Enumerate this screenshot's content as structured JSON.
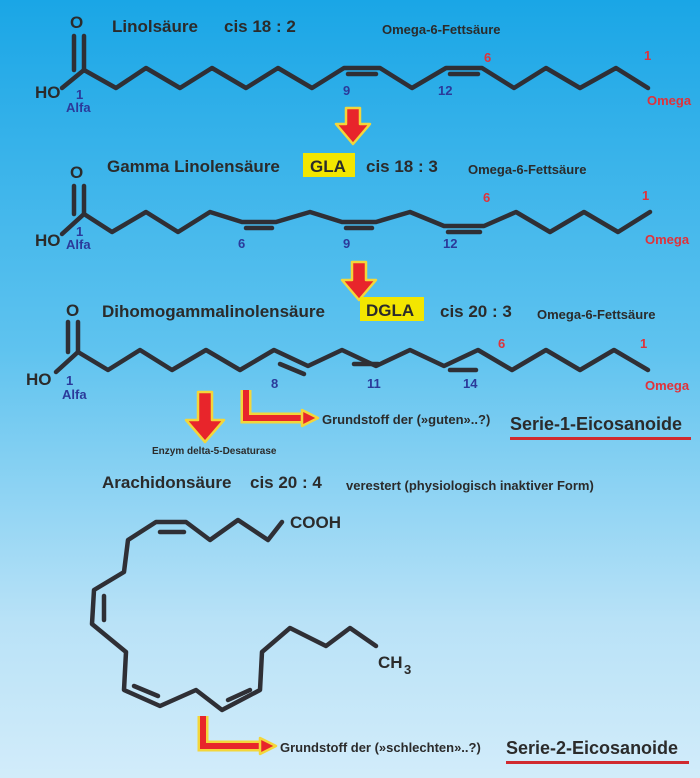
{
  "molecule1": {
    "name": "Linolsäure",
    "formula": "cis 18 : 2",
    "class": "Omega-6-Fettsäure",
    "ho": "HO",
    "o": "O",
    "alfa_num": "1",
    "alfa": "Alfa",
    "bond_nums": [
      "9",
      "12"
    ],
    "omega_num_top": "6",
    "omega_num_end": "1",
    "omega": "Omega"
  },
  "molecule2": {
    "name": "Gamma Linolensäure",
    "abbr": "GLA",
    "formula": "cis 18 : 3",
    "class": "Omega-6-Fettsäure",
    "ho": "HO",
    "o": "O",
    "alfa_num": "1",
    "alfa": "Alfa",
    "bond_nums": [
      "6",
      "9",
      "12"
    ],
    "omega_num_top": "6",
    "omega_num_end": "1",
    "omega": "Omega"
  },
  "molecule3": {
    "name": "Dihomogammalinolensäure",
    "abbr": "DGLA",
    "formula": "cis 20 : 3",
    "class": "Omega-6-Fettsäure",
    "ho": "HO",
    "o": "O",
    "alfa_num": "1",
    "alfa": "Alfa",
    "bond_nums": [
      "8",
      "11",
      "14"
    ],
    "omega_num_top": "6",
    "omega_num_end": "1",
    "omega": "Omega"
  },
  "enzyme": "Enzym delta-5-Desaturase",
  "series1": {
    "text": "Grundstoff der (»guten»..?)",
    "title": "Serie-1-Eicosanoide"
  },
  "molecule4": {
    "name": "Arachidonsäure",
    "formula": "cis 20 : 4",
    "note": "verestert (physiologisch inaktiver Form)",
    "cooh": "COOH",
    "ch": "CH",
    "sub3": "3"
  },
  "series2": {
    "text": "Grundstoff der (»schlechten»..?)",
    "title": "Serie-2-Eicosanoide"
  },
  "colors": {
    "accent_red": "#e8252b",
    "highlight_yellow": "#f3e600",
    "number_blue": "#2b3a9a",
    "number_red": "#e0323a"
  }
}
